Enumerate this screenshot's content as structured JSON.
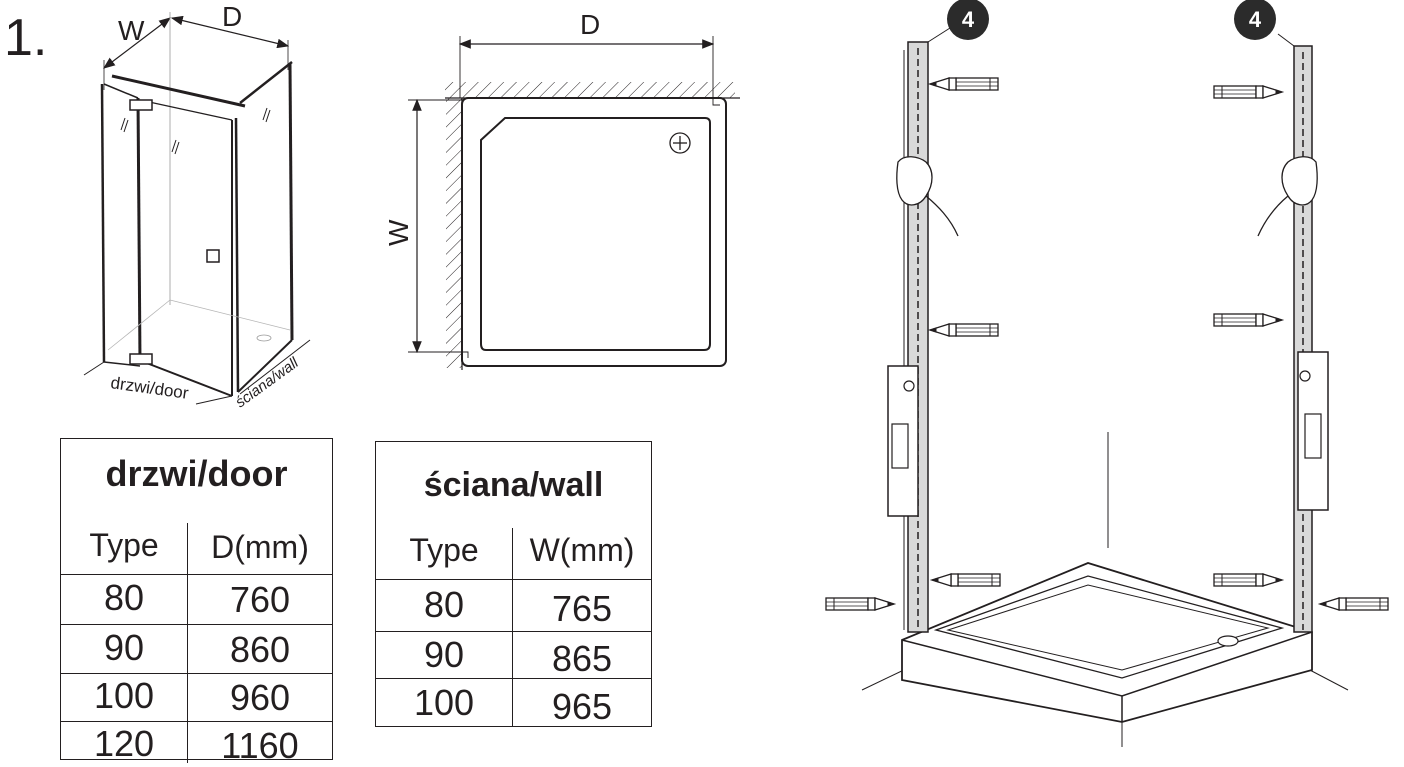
{
  "step_number": "1.",
  "callouts": [
    "4",
    "4"
  ],
  "cabin_labels": {
    "w": "W",
    "d": "D",
    "door": "drzwi/door",
    "wall": "ściana/wall"
  },
  "plan_labels": {
    "d": "D",
    "w": "W"
  },
  "door_table": {
    "title": "drzwi/door",
    "headers": [
      "Type",
      "D(mm)"
    ],
    "rows": [
      [
        "80",
        "760"
      ],
      [
        "90",
        "860"
      ],
      [
        "100",
        "960"
      ],
      [
        "120",
        "1160"
      ]
    ]
  },
  "wall_table": {
    "title": "ściana/wall",
    "headers": [
      "Type",
      "W(mm)"
    ],
    "rows": [
      [
        "80",
        "765"
      ],
      [
        "90",
        "865"
      ],
      [
        "100",
        "965"
      ]
    ]
  },
  "colors": {
    "ink": "#231f20",
    "callout_fill": "#2b2b2b",
    "profile_fill": "#d9d9d9"
  }
}
